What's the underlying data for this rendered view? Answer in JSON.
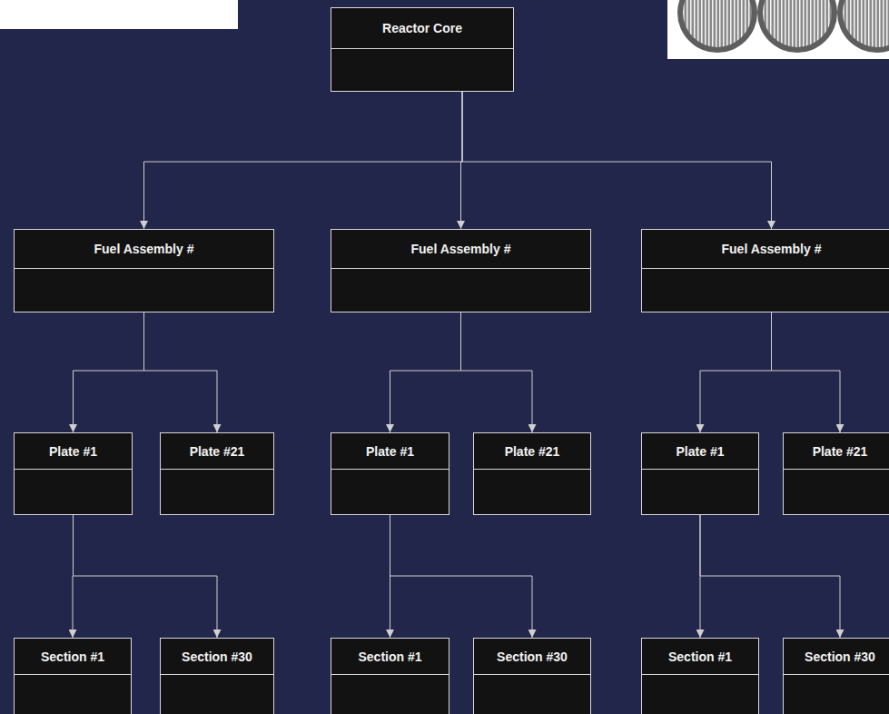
{
  "diagram": {
    "nodes": [
      {
        "text": [
          "Reactor Core"
        ]
      },
      {
        "text": [
          "Fuel Assembly #"
        ]
      },
      {
        "text": [
          "Fuel Assembly #"
        ]
      },
      {
        "text": [
          "Fuel Assembly #"
        ]
      },
      {
        "text": [
          "Plate #1"
        ]
      },
      {
        "text": [
          "Plate #21"
        ]
      },
      {
        "text": [
          "Plate #1"
        ]
      },
      {
        "text": [
          "Plate #21"
        ]
      },
      {
        "text": [
          "Plate #1"
        ]
      },
      {
        "text": [
          "Plate #21"
        ]
      },
      {
        "text": [
          "Section #1"
        ]
      },
      {
        "text": [
          "Section #30"
        ]
      },
      {
        "text": [
          "Section #1"
        ]
      },
      {
        "text": [
          "Section #30"
        ]
      },
      {
        "text": [
          "Section #1"
        ]
      },
      {
        "text": [
          "Section #30"
        ]
      }
    ],
    "edges": [
      {
        "from": 0,
        "to": 1,
        "arrow": "to"
      },
      {
        "from": 0,
        "to": 2,
        "arrow": "to"
      },
      {
        "from": 0,
        "to": 3,
        "arrow": "to"
      },
      {
        "from": 1,
        "to": 4,
        "arrow": "to"
      },
      {
        "from": 1,
        "to": 5,
        "arrow": "to"
      },
      {
        "from": 2,
        "to": 6,
        "arrow": "to"
      },
      {
        "from": 2,
        "to": 7,
        "arrow": "to"
      },
      {
        "from": 3,
        "to": 8,
        "arrow": "to"
      },
      {
        "from": 3,
        "to": 9,
        "arrow": "to"
      },
      {
        "from": 4,
        "to": 10,
        "arrow": "to"
      },
      {
        "from": 4,
        "to": 11,
        "arrow": "to"
      },
      {
        "from": 6,
        "to": 12,
        "arrow": "to"
      },
      {
        "from": 6,
        "to": 13,
        "arrow": "to"
      },
      {
        "from": 8,
        "to": 14,
        "arrow": "to"
      },
      {
        "from": 8,
        "to": 15,
        "arrow": "to"
      }
    ]
  }
}
